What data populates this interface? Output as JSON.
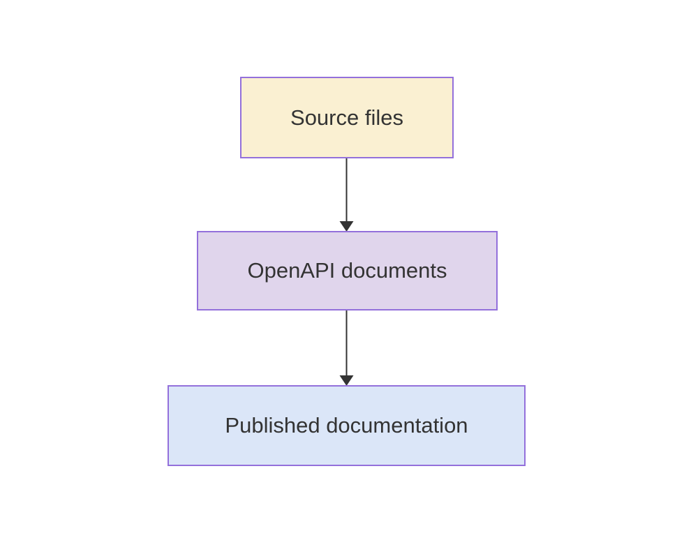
{
  "diagram": {
    "type": "flowchart",
    "direction": "top-down",
    "background_color": "#ffffff",
    "text_color": "#333333",
    "edge_color": "#333333",
    "node_border_color": "#9370db",
    "nodes": [
      {
        "id": "source-files",
        "label": "Source files",
        "fill": "#faf0d2"
      },
      {
        "id": "openapi-documents",
        "label": "OpenAPI documents",
        "fill": "#e0d5ec"
      },
      {
        "id": "published-documentation",
        "label": "Published documentation",
        "fill": "#dbe6f8"
      }
    ],
    "edges": [
      {
        "from": "source-files",
        "to": "openapi-documents"
      },
      {
        "from": "openapi-documents",
        "to": "published-documentation"
      }
    ]
  }
}
